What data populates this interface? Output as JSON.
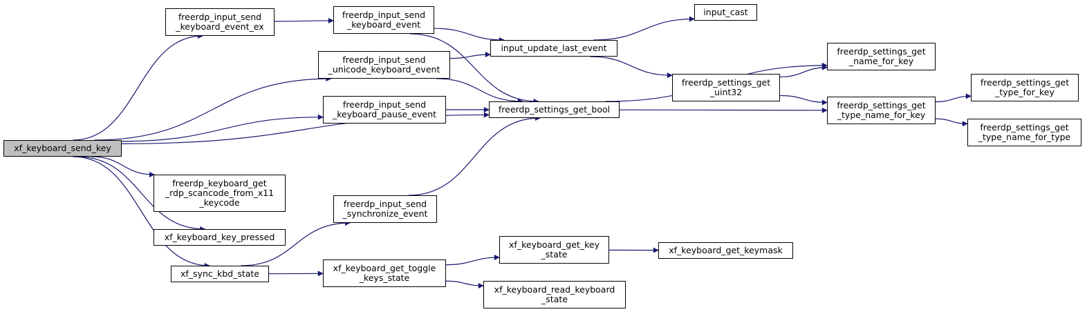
{
  "colors": {
    "edge": "#191970",
    "node_border": "#000000",
    "root_fill": "#bfbfbf",
    "node_fill": "#ffffff"
  },
  "nodes": {
    "xf_keyboard_send_key": "xf_keyboard_send_key",
    "freerdp_input_send_keyboard_event_ex": "freerdp_input_send\n_keyboard_event_ex",
    "freerdp_input_send_keyboard_event": "freerdp_input_send\n_keyboard_event",
    "input_cast": "input_cast",
    "input_update_last_event": "input_update_last_event",
    "freerdp_input_send_unicode_keyboard_event": "freerdp_input_send\n_unicode_keyboard_event",
    "freerdp_settings_get_name_for_key": "freerdp_settings_get\n_name_for_key",
    "freerdp_settings_get_uint32": "freerdp_settings_get\n_uint32",
    "freerdp_settings_get_type_for_key": "freerdp_settings_get\n_type_for_key",
    "freerdp_input_send_keyboard_pause_event": "freerdp_input_send\n_keyboard_pause_event",
    "freerdp_settings_get_bool": "freerdp_settings_get_bool",
    "freerdp_settings_get_type_name_for_key": "freerdp_settings_get\n_type_name_for_key",
    "freerdp_settings_get_type_name_for_type": "freerdp_settings_get\n_type_name_for_type",
    "freerdp_keyboard_get_rdp_scancode_from_x11_keycode": "freerdp_keyboard_get\n_rdp_scancode_from_x11\n_keycode",
    "freerdp_input_send_synchronize_event": "freerdp_input_send\n_synchronize_event",
    "xf_keyboard_key_pressed": "xf_keyboard_key_pressed",
    "xf_sync_kbd_state": "xf_sync_kbd_state",
    "xf_keyboard_get_toggle_keys_state": "xf_keyboard_get_toggle\n_keys_state",
    "xf_keyboard_get_key_state": "xf_keyboard_get_key\n_state",
    "xf_keyboard_get_keymask": "xf_keyboard_get_keymask",
    "xf_keyboard_read_keyboard_state": "xf_keyboard_read_keyboard\n_state"
  },
  "edges": [
    [
      "xf_keyboard_send_key",
      "freerdp_input_send_keyboard_event_ex"
    ],
    [
      "xf_keyboard_send_key",
      "freerdp_input_send_unicode_keyboard_event"
    ],
    [
      "xf_keyboard_send_key",
      "freerdp_input_send_keyboard_pause_event"
    ],
    [
      "xf_keyboard_send_key",
      "freerdp_settings_get_bool"
    ],
    [
      "xf_keyboard_send_key",
      "freerdp_keyboard_get_rdp_scancode_from_x11_keycode"
    ],
    [
      "xf_keyboard_send_key",
      "xf_keyboard_key_pressed"
    ],
    [
      "xf_keyboard_send_key",
      "xf_sync_kbd_state"
    ],
    [
      "freerdp_input_send_keyboard_event_ex",
      "freerdp_input_send_keyboard_event"
    ],
    [
      "freerdp_input_send_keyboard_event",
      "input_update_last_event"
    ],
    [
      "freerdp_input_send_keyboard_event",
      "freerdp_settings_get_bool"
    ],
    [
      "input_update_last_event",
      "input_cast"
    ],
    [
      "input_update_last_event",
      "freerdp_settings_get_uint32"
    ],
    [
      "freerdp_input_send_unicode_keyboard_event",
      "input_update_last_event"
    ],
    [
      "freerdp_input_send_unicode_keyboard_event",
      "freerdp_settings_get_bool"
    ],
    [
      "freerdp_input_send_keyboard_pause_event",
      "freerdp_settings_get_bool"
    ],
    [
      "freerdp_settings_get_bool",
      "freerdp_settings_get_name_for_key"
    ],
    [
      "freerdp_settings_get_bool",
      "freerdp_settings_get_type_name_for_key"
    ],
    [
      "freerdp_settings_get_uint32",
      "freerdp_settings_get_name_for_key"
    ],
    [
      "freerdp_settings_get_uint32",
      "freerdp_settings_get_type_name_for_key"
    ],
    [
      "freerdp_settings_get_type_name_for_key",
      "freerdp_settings_get_type_for_key"
    ],
    [
      "freerdp_settings_get_type_name_for_key",
      "freerdp_settings_get_type_name_for_type"
    ],
    [
      "freerdp_input_send_synchronize_event",
      "freerdp_settings_get_bool"
    ],
    [
      "xf_sync_kbd_state",
      "freerdp_input_send_synchronize_event"
    ],
    [
      "xf_sync_kbd_state",
      "xf_keyboard_get_toggle_keys_state"
    ],
    [
      "xf_keyboard_get_toggle_keys_state",
      "xf_keyboard_get_key_state"
    ],
    [
      "xf_keyboard_get_toggle_keys_state",
      "xf_keyboard_read_keyboard_state"
    ],
    [
      "xf_keyboard_get_key_state",
      "xf_keyboard_get_keymask"
    ]
  ]
}
